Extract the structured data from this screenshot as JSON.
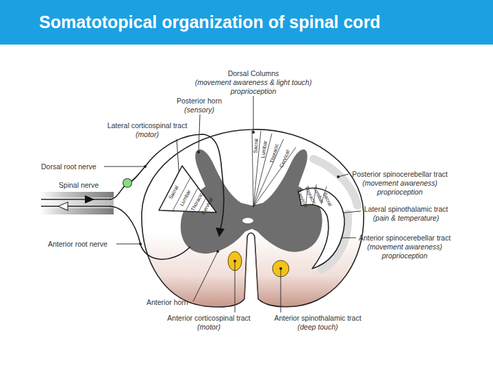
{
  "diagram": {
    "title": "Somatotopical organization of spinal cord",
    "nodes": [
      {
        "text": [
          "Sacral",
          "Lumbar",
          "Thoracic",
          "Cervical"
        ]
      },
      {
        "text": [
          "Sacral",
          "Lumbar",
          "Thoracic",
          "Cervical"
        ]
      },
      {
        "text": [
          "Cervical",
          "Thoracic",
          "Lumbar",
          "Sacral"
        ]
      }
    ],
    "labels": [
      "Dorsal Columns",
      "(movement awareness & light touch)",
      "proprioception",
      "Posterior horn",
      "(sensory)",
      "Lateral corticospinal tract",
      "(motor)",
      "Dorsal root nerve",
      "Spinal nerve",
      "Anterior root nerve",
      "Anterior horn",
      "Anterior corticospinal tract",
      "(motor)",
      "Anterior spinothalamic tract",
      "(deep touch)",
      "Posterior spinocerebellar tract",
      "(movement awareness)",
      "proprioception",
      "Lateral spinothalamic tract",
      "(pain & temperature)",
      "Anterior spinocerebellar tract",
      "(movement awareness)",
      "proprioception"
    ]
  }
}
